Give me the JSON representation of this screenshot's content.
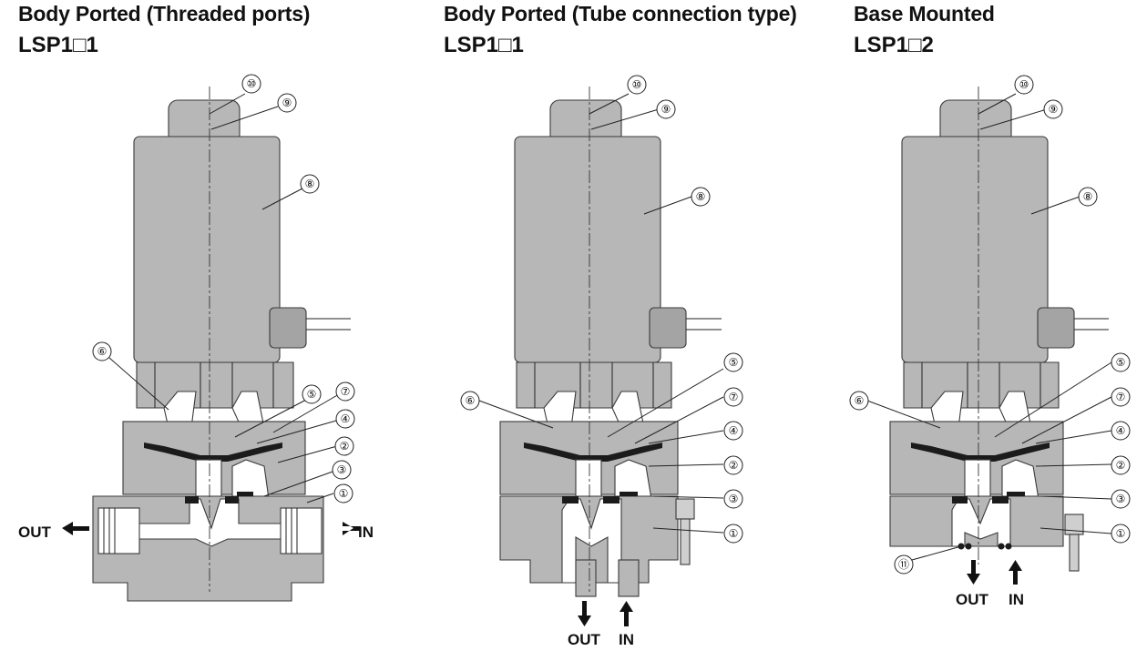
{
  "panels": [
    {
      "title": "Body Ported (Threaded ports)",
      "model": "LSP1□1",
      "ports": {
        "out": "OUT",
        "in": "IN"
      },
      "callouts": [
        "①",
        "②",
        "③",
        "④",
        "⑤",
        "⑥",
        "⑦",
        "⑧",
        "⑨",
        "⑩"
      ]
    },
    {
      "title": "Body Ported (Tube connection type)",
      "model": "LSP1□1",
      "ports": {
        "out": "OUT",
        "in": "IN"
      },
      "callouts": [
        "①",
        "②",
        "③",
        "④",
        "⑤",
        "⑥",
        "⑦",
        "⑧",
        "⑨",
        "⑩"
      ]
    },
    {
      "title": "Base Mounted",
      "model": "LSP1□2",
      "ports": {
        "out": "OUT",
        "in": "IN"
      },
      "callouts": [
        "①",
        "②",
        "③",
        "④",
        "⑤",
        "⑥",
        "⑦",
        "⑧",
        "⑨",
        "⑩",
        "⑪"
      ]
    }
  ],
  "colors": {
    "body": "#b7b7b7",
    "seal": "#1b1b1b",
    "outline": "#3a3a3a"
  }
}
